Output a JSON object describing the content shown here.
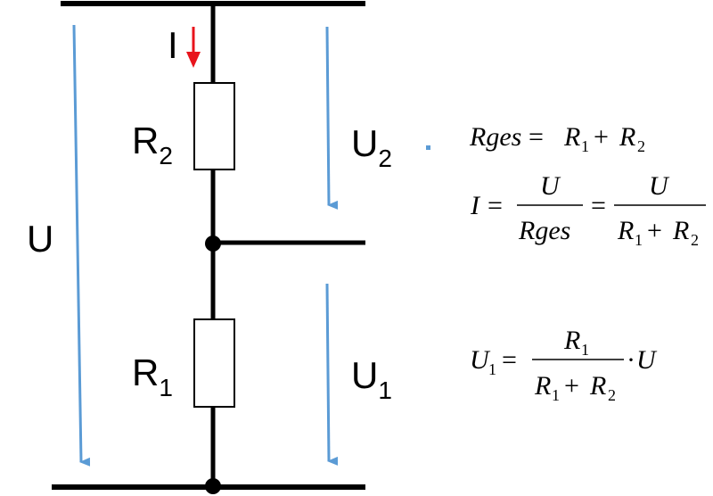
{
  "diagram": {
    "labels": {
      "U": "U",
      "U2_main": "U",
      "U2_sub": "2",
      "U1_main": "U",
      "U1_sub": "1",
      "R2_main": "R",
      "R2_sub": "2",
      "R1_main": "R",
      "R1_sub": "1",
      "I": "I"
    },
    "colors": {
      "wire": "#000000",
      "voltage_arrow": "#5b9bd5",
      "current_arrow": "#e8141c"
    }
  },
  "formulas": {
    "f1": {
      "lhs": "Rges",
      "eq": "=",
      "r1": "R",
      "r1_sub": "1",
      "plus": "+",
      "r2": "R",
      "r2_sub": "2"
    },
    "f2": {
      "lhs": "I",
      "eq": "=",
      "frac1_num": "U",
      "frac1_den": "Rges",
      "eq2": "=",
      "frac2_num": "U",
      "frac2_den_r1": "R",
      "frac2_den_r1_sub": "1",
      "frac2_den_plus": "+",
      "frac2_den_r2": "R",
      "frac2_den_r2_sub": "2"
    },
    "f3": {
      "lhs": "U",
      "lhs_sub": "1",
      "eq": "=",
      "num": "R",
      "num_sub": "1",
      "den_r1": "R",
      "den_r1_sub": "1",
      "den_plus": "+",
      "den_r2": "R",
      "den_r2_sub": "2",
      "dot": "·",
      "tail": "U"
    }
  }
}
